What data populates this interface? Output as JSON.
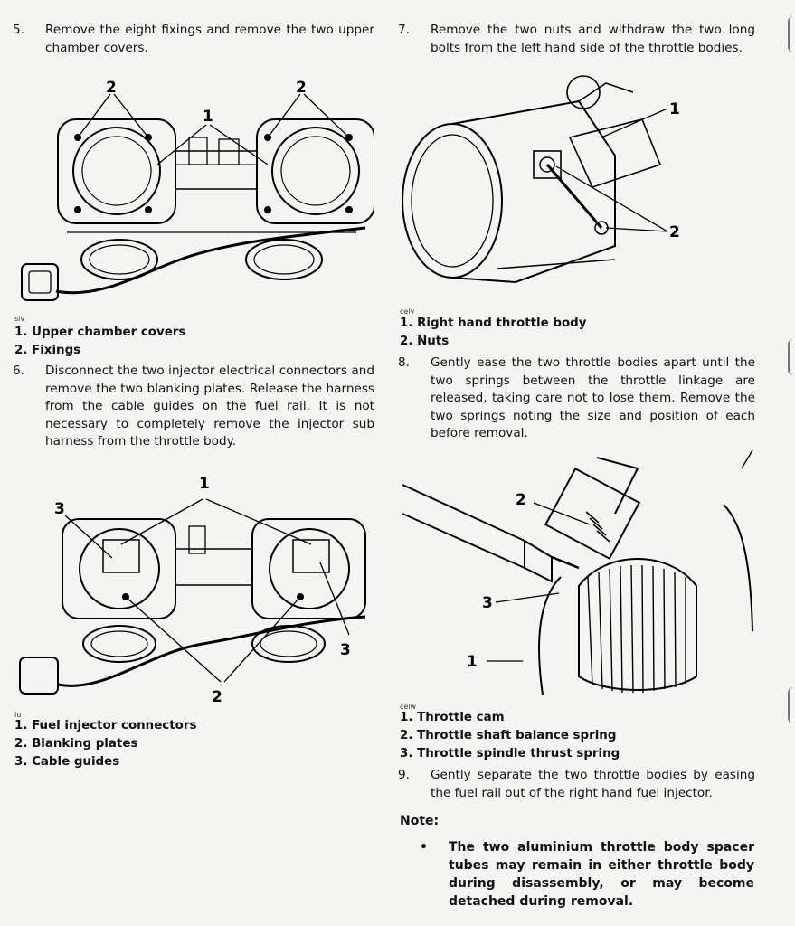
{
  "steps": {
    "s5": {
      "num": "5.",
      "text": "Remove the eight fixings and remove the two upper chamber covers."
    },
    "s6": {
      "num": "6.",
      "text": "Disconnect the two injector electrical connectors and remove the two blanking plates. Release the harness from the cable guides on the fuel rail. It is not necessary to completely remove the injector sub harness from the throttle body."
    },
    "s7": {
      "num": "7.",
      "text": "Remove the two nuts and withdraw the two long bolts from the left hand side of the throttle bodies."
    },
    "s8": {
      "num": "8.",
      "text": "Gently ease the two throttle bodies apart until the two springs between the throttle linkage are released, taking care not to lose them. Remove the two springs noting the size and position of each before removal."
    },
    "s9": {
      "num": "9.",
      "text": "Gently separate the two throttle bodies by easing the fuel rail out of the right hand fuel injector."
    }
  },
  "figures": {
    "fig1": {
      "code": "slv",
      "callouts": [
        "1",
        "2",
        "2"
      ],
      "captions": [
        "1. Upper chamber covers",
        "2. Fixings"
      ]
    },
    "fig2": {
      "code": "lu",
      "callouts": [
        "1",
        "2",
        "3",
        "3"
      ],
      "captions": [
        "1. Fuel injector connectors",
        "2. Blanking plates",
        "3. Cable guides"
      ]
    },
    "fig3": {
      "code": "celv",
      "callouts": [
        "1",
        "2"
      ],
      "captions": [
        "1. Right hand throttle body",
        "2. Nuts"
      ]
    },
    "fig4": {
      "code": "celw",
      "callouts": [
        "1",
        "2",
        "3"
      ],
      "captions": [
        "1. Throttle cam",
        "2. Throttle shaft balance spring",
        "3. Throttle spindle thrust spring"
      ]
    }
  },
  "note": {
    "title": "Note:",
    "bullet": "•",
    "text": "The two aluminium throttle body spacer tubes may remain in either throttle body during disassembly, or may become detached during removal."
  },
  "colors": {
    "paper": "#f4f4f2",
    "ink": "#111111",
    "bleed": "#c8c8c4"
  }
}
